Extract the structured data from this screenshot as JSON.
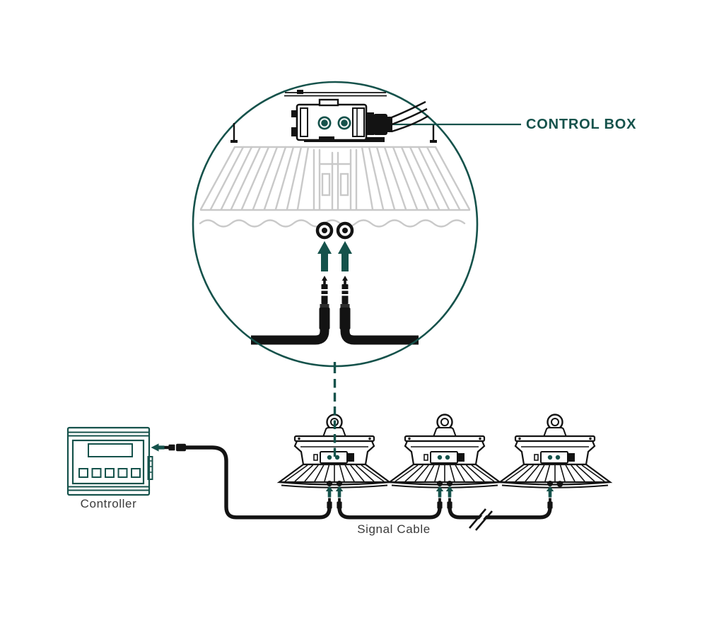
{
  "colors": {
    "accent_teal": "#15524b",
    "line_black": "#131313",
    "fin_gray": "#c9c9c9",
    "label_gray": "#3a3a3a"
  },
  "labels": {
    "control_box": "CONTROL BOX",
    "controller": "Controller",
    "signal_cable": "Signal Cable"
  },
  "diagram": {
    "detail_view": {
      "shape": "zoom-circle",
      "control_box_ports": 2,
      "signal_plugs": 2
    },
    "lights_count": 3,
    "icons": [
      "control-box-icon",
      "signal-port-icon",
      "signal-plug-icon",
      "up-arrow-icon",
      "left-arrow-icon",
      "eyebolt-icon",
      "highbay-light-icon",
      "controller-icon",
      "lcd-display-icon",
      "cable-break-icon",
      "zoom-circle-icon",
      "dashed-link-icon"
    ]
  }
}
